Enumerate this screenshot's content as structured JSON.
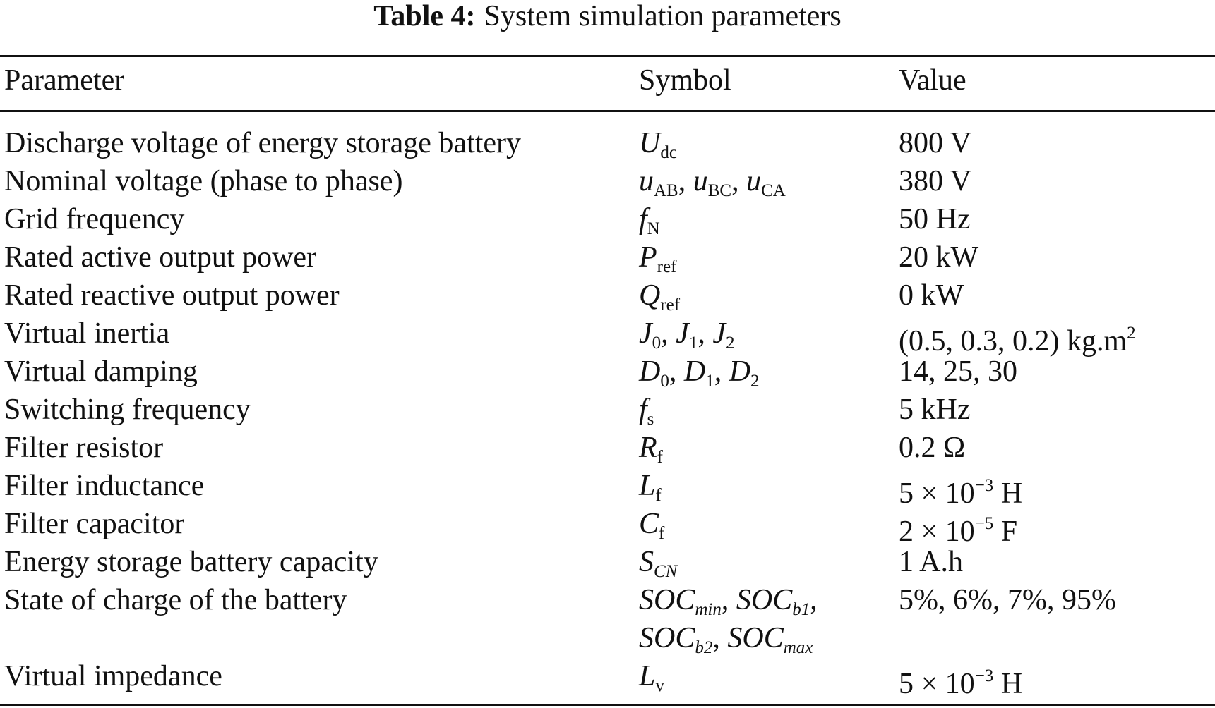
{
  "caption": {
    "label": "Table 4:",
    "text": "System simulation parameters"
  },
  "headers": {
    "parameter": "Parameter",
    "symbol": "Symbol",
    "value": "Value"
  },
  "rows": [
    {
      "parameter": "Discharge voltage of energy storage battery",
      "value": "800 V",
      "symbol": {
        "m0": "U",
        "s0": "dc"
      }
    },
    {
      "parameter": "Nominal voltage (phase to phase)",
      "value": "380 V",
      "symbol": {
        "m0": "u",
        "s0": "AB",
        "m1": "u",
        "s1": "BC",
        "m2": "u",
        "s2": "CA",
        "sep": ", "
      }
    },
    {
      "parameter": "Grid frequency",
      "value": "50 Hz",
      "symbol": {
        "m0": "f",
        "s0": "N"
      }
    },
    {
      "parameter": "Rated active output power",
      "value": "20 kW",
      "symbol": {
        "m0": "P",
        "s0": "ref"
      }
    },
    {
      "parameter": "Rated reactive output power",
      "value": "0 kW",
      "symbol": {
        "m0": "Q",
        "s0": "ref"
      }
    },
    {
      "parameter": "Virtual inertia",
      "value_main": "(0.5, 0.3, 0.2) kg.m",
      "value_sup": "2",
      "symbol": {
        "m0": "J",
        "s0": "0",
        "m1": "J",
        "s1": "1",
        "m2": "J",
        "s2": "2",
        "sep": ", "
      }
    },
    {
      "parameter": "Virtual damping",
      "value": "14, 25, 30",
      "symbol": {
        "m0": "D",
        "s0": "0",
        "m1": "D",
        "s1": "1",
        "m2": "D",
        "s2": "2",
        "sep": ", "
      }
    },
    {
      "parameter": "Switching frequency",
      "value": "5 kHz",
      "symbol": {
        "m0": "f",
        "s0": "s"
      }
    },
    {
      "parameter": "Filter resistor",
      "value": "0.2 Ω",
      "symbol": {
        "m0": "R",
        "s0": "f"
      }
    },
    {
      "parameter": "Filter inductance",
      "value_main": "5 × 10",
      "value_sup": "−3",
      "value_unit": " H",
      "symbol": {
        "m0": "L",
        "s0": "f"
      }
    },
    {
      "parameter": "Filter capacitor",
      "value_main": "2 × 10",
      "value_sup": "−5",
      "value_unit": " F",
      "symbol": {
        "m0": "C",
        "s0": "f"
      }
    },
    {
      "parameter": "Energy storage battery capacity",
      "value": "1 A.h",
      "symbol": {
        "m0": "S",
        "s0": "CN"
      }
    },
    {
      "parameter": "State of charge of the battery",
      "value": "5%, 6%, 7%, 95%",
      "symbol": {
        "m0": "SOC",
        "s0": "min",
        "m1": "SOC",
        "s1": "b1",
        "m2": "SOC",
        "s2": "b2",
        "m3": "SOC",
        "s3": "max",
        "sep": ", "
      }
    },
    {
      "parameter": "Virtual impedance",
      "value_main": "5 × 10",
      "value_sup": "−3",
      "value_unit": " H",
      "symbol": {
        "m0": "L",
        "s0": "v"
      }
    }
  ]
}
